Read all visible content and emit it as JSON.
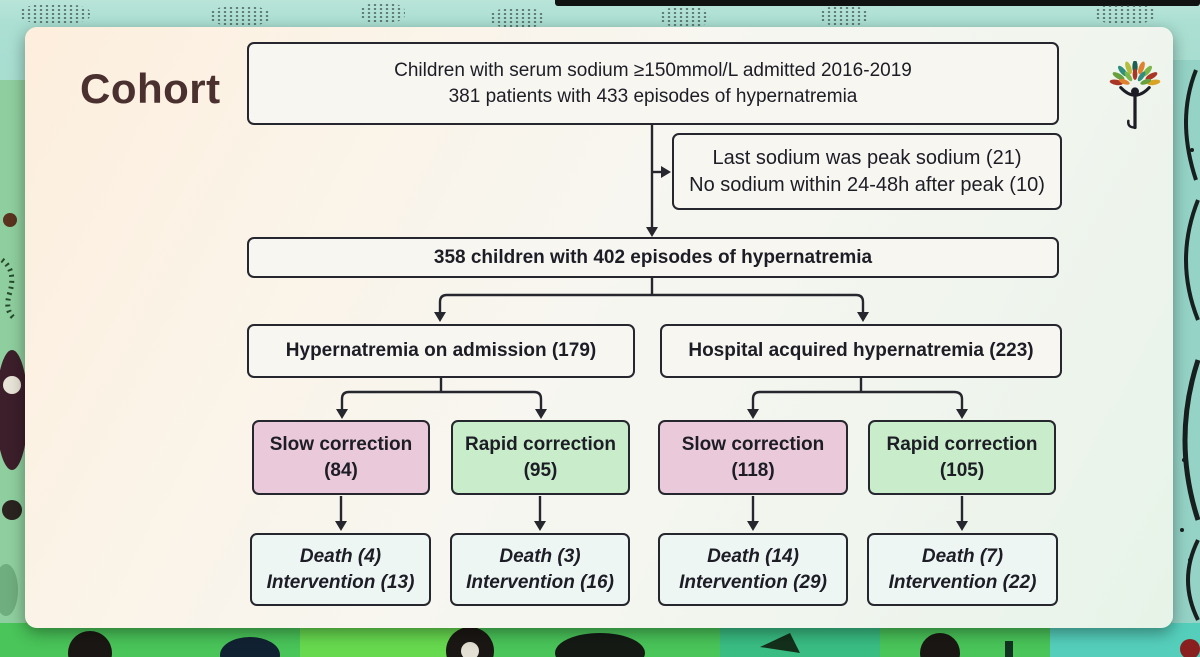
{
  "page": {
    "title": "Cohort"
  },
  "theme": {
    "border_color": "#26262e",
    "text_color": "#1d1d26",
    "title_color": "#4a3130",
    "slow_fill": "#eac9da",
    "rapid_fill": "#c9eccb",
    "outcome_fill": "#eef6f4",
    "plain_fill": "#f8f6f1",
    "slide_warm": "#fdeedd",
    "slide_base": "#f7f6f0",
    "backdrop_teal": "#b9e4d9",
    "backdrop_green": "#4ec75e"
  },
  "icons": {
    "logo": "tree-person-logo"
  },
  "flowchart": {
    "top_box": {
      "line1": "Children with serum sodium ≥150mmol/L admitted 2016-2019",
      "line2": "381 patients with 433 episodes of hypernatremia"
    },
    "exclusion_box": {
      "line1": "Last sodium was peak sodium (21)",
      "line2": "No sodium within 24-48h after peak (10)"
    },
    "included_box": {
      "text": "358 children with 402 episodes of hypernatremia"
    },
    "branches": [
      {
        "label": "Hypernatremia on admission (179)"
      },
      {
        "label": "Hospital acquired hypernatremia (223)"
      }
    ],
    "correction_boxes": [
      {
        "line1": "Slow correction",
        "line2": "(84)",
        "type": "slow"
      },
      {
        "line1": "Rapid correction",
        "line2": "(95)",
        "type": "rapid"
      },
      {
        "line1": "Slow correction",
        "line2": "(118)",
        "type": "slow"
      },
      {
        "line1": "Rapid correction",
        "line2": "(105)",
        "type": "rapid"
      }
    ],
    "outcome_boxes": [
      {
        "line1": "Death (4)",
        "line2": "Intervention (13)"
      },
      {
        "line1": "Death (3)",
        "line2": "Intervention (16)"
      },
      {
        "line1": "Death (14)",
        "line2": "Intervention (29)"
      },
      {
        "line1": "Death (7)",
        "line2": "Intervention (22)"
      }
    ]
  }
}
